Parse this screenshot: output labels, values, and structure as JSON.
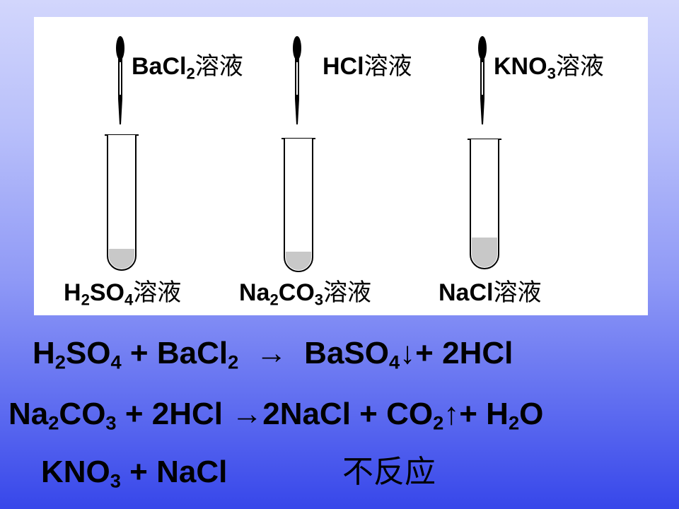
{
  "reagents": {
    "dropper1": {
      "formula": "BaCl",
      "sub": "2",
      "suffix": "溶液"
    },
    "dropper2": {
      "formula": "HCl",
      "suffix": "溶液"
    },
    "dropper3": {
      "formula": "KNO",
      "sub": "3",
      "suffix": "溶液"
    }
  },
  "solutions": {
    "tube1": {
      "p1": "H",
      "s1": "2",
      "p2": "SO",
      "s2": "4",
      "suffix": "溶液"
    },
    "tube2": {
      "p1": "Na",
      "s1": "2",
      "p2": "CO",
      "s2": "3",
      "suffix": "溶液"
    },
    "tube3": {
      "p1": "NaCl",
      "suffix": "溶液"
    }
  },
  "equations": {
    "eq1": {
      "a": "H",
      "as1": "2",
      "b": "SO",
      "bs1": "4",
      "c": " + BaCl",
      "cs1": "2",
      "arrow": "→",
      "d": "BaSO",
      "ds1": "4",
      "e": "↓+ 2HCl"
    },
    "eq2": {
      "a": "Na",
      "as1": "2",
      "b": "CO",
      "bs1": "3",
      "c": " + 2HCl ",
      "arrow": "→",
      "d": "2NaCl + CO",
      "ds1": "2",
      "e": "↑+ H",
      "es1": "2",
      "f": "O"
    },
    "eq3": {
      "a": "KNO",
      "as1": "3",
      "b": " + NaCl",
      "result": "不反应"
    }
  },
  "colors": {
    "liquid": "#c8c8c8",
    "panel": "#ffffff",
    "background_top": "#d2d6fc",
    "background_bottom": "#3747ea"
  }
}
